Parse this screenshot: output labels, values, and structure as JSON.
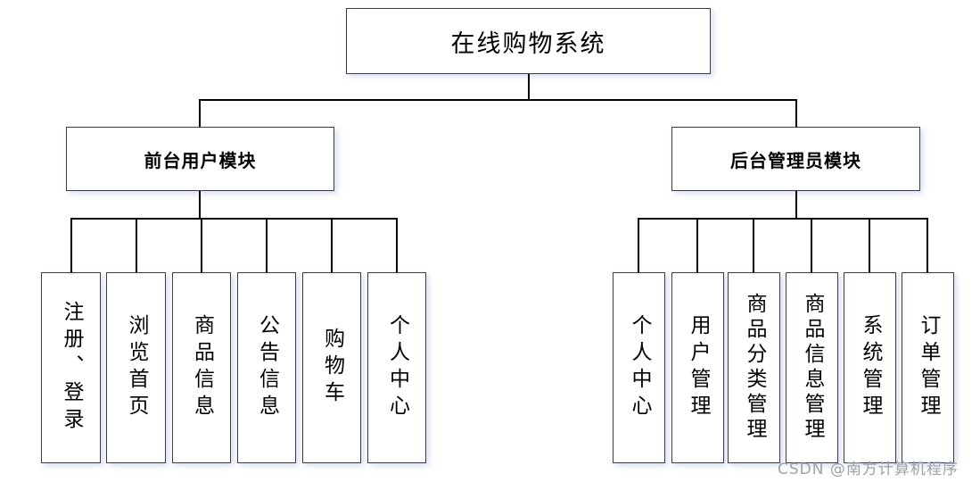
{
  "diagram": {
    "root_label": "在线购物系统",
    "branches": [
      {
        "label": "前台用户模块",
        "children": [
          "注册、登录",
          "浏览首页",
          "商品信息",
          "公告信息",
          "购物车",
          "个人中心"
        ]
      },
      {
        "label": "后台管理员模块",
        "children": [
          "个人中心",
          "用户管理",
          "商品分类管理",
          "商品信息管理",
          "系统管理",
          "订单管理"
        ]
      }
    ]
  },
  "watermark": "CSDN @南方计算机程序",
  "colors": {
    "background": "#ffffff",
    "box_border": "#3d3d3d",
    "connector_line": "#000000",
    "box_shadow": "#8ca5d7",
    "watermark_text": "#9aa2ab"
  }
}
